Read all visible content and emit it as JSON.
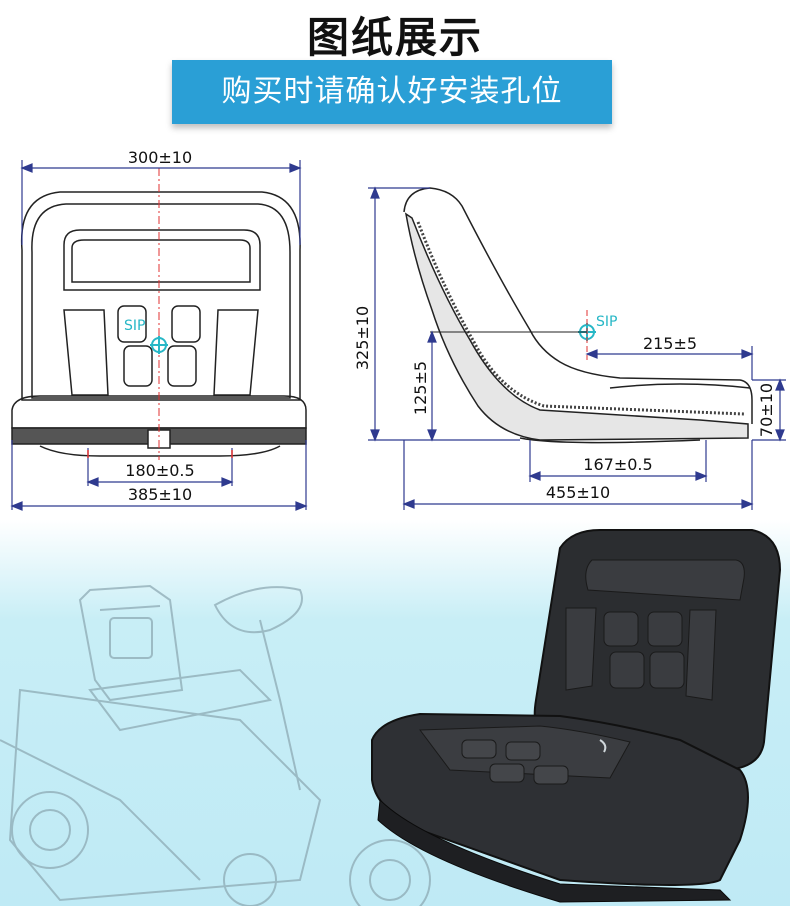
{
  "header": {
    "title": "图纸展示",
    "subtitle": "购买时请确认好安装孔位"
  },
  "front_view": {
    "width_top": "300±10",
    "holes_spacing": "180±0.5",
    "width_bottom": "385±10",
    "sip_label": "SIP"
  },
  "side_view": {
    "height_total": "325±10",
    "height_seat": "125±5",
    "sip_offset": "215±5",
    "front_height": "70±10",
    "holes_spacing": "167±0.5",
    "depth": "455±10",
    "sip_label": "SIP"
  },
  "colors": {
    "banner": "#2a9fd6",
    "dimension_line": "#2f3a8f",
    "sip_marker": "#27b7c6",
    "center_line": "#e03030"
  }
}
